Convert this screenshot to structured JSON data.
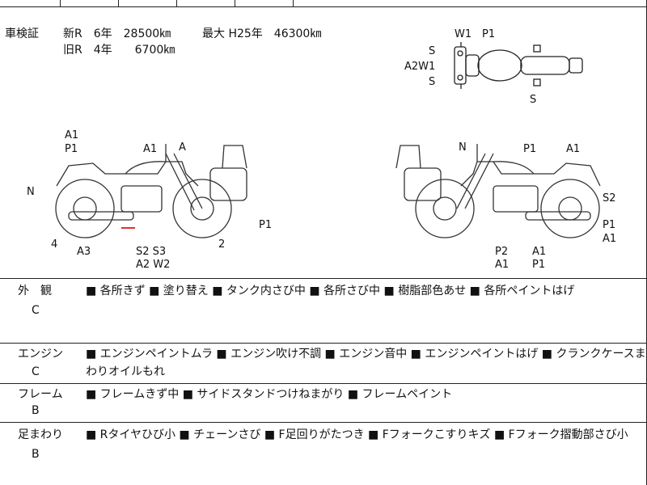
{
  "inspection": {
    "label": "車検証",
    "new_row": "新R　6年　28500㎞",
    "max_row": "最大 H25年　46300㎞",
    "old_row": "旧R　4年　　6700㎞"
  },
  "top_view_labels": {
    "w1": "W1",
    "p1": "P1",
    "s_upper": "S",
    "a2w1": "A2W1",
    "s_lower": "S",
    "s_rear": "S"
  },
  "left_view_labels": {
    "a1_top": "A1",
    "p1_top": "P1",
    "n": "N",
    "a1_tank": "A1",
    "a": "A",
    "four": "4",
    "a3": "A3",
    "s2s3": "S2 S3",
    "a2w2": "A2 W2",
    "p1_wheel": "P1",
    "two": "2"
  },
  "right_view_labels": {
    "n": "N",
    "p1": "P1",
    "a1_top": "A1",
    "s2": "S2",
    "p1_wheel": "P1",
    "a1_wheel": "A1",
    "p2": "P2",
    "a1_under_p2": "A1",
    "a1_mid": "A1",
    "p1_mid": "P1"
  },
  "sections": [
    {
      "title": "外　観",
      "grade": "C",
      "line1": "■ 各所きず ■ 塗り替え ■ タンク内さび中 ■ 各所さび中 ■ 樹脂部色あせ ■ 各所ペイントはげ",
      "line2": ""
    },
    {
      "title": "エンジン",
      "grade": "C",
      "line1": "■ エンジンペイントムラ ■ エンジン吹け不調 ■ エンジン音中 ■ エンジンペイントはげ ■ クランクケースま",
      "line2": "わりオイルもれ"
    },
    {
      "title": "フレーム",
      "grade": "B",
      "line1": "■ フレームきず中 ■ サイドスタンドつけねまがり ■ フレームペイント",
      "line2": ""
    },
    {
      "title": "足まわり",
      "grade": "B",
      "line1": "■ Rタイヤひび小 ■ チェーンさび ■ F足回りがたつき ■ Fフォークこすりキズ ■ Fフォーク摺動部さび小",
      "line2": ""
    }
  ]
}
